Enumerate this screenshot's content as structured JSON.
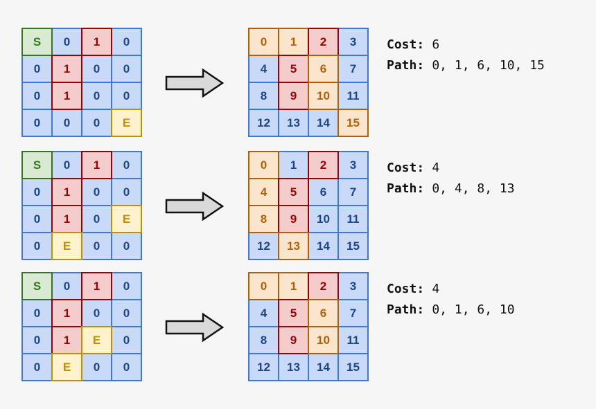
{
  "colors": {
    "background": "#f6f6f6",
    "blue_fill": "#c9daf8",
    "blue_border": "#3c78d8",
    "blue_text": "#1c4587",
    "red_fill": "#f4cccc",
    "red_border": "#990000",
    "red_text": "#990000",
    "green_fill": "#d9ead3",
    "green_border": "#38761d",
    "green_text": "#38761d",
    "yellow_fill": "#fff2cc",
    "yellow_border": "#bf9000",
    "yellow_text": "#bf9000",
    "orange_fill": "#fce5cd",
    "orange_border": "#b45f06",
    "orange_text": "#b45f06",
    "arrow_fill": "#d9d9d9",
    "arrow_stroke": "#111111"
  },
  "rows": [
    {
      "input_grid": [
        [
          {
            "v": "S",
            "c": "green"
          },
          {
            "v": "0",
            "c": "blue"
          },
          {
            "v": "1",
            "c": "red"
          },
          {
            "v": "0",
            "c": "blue"
          }
        ],
        [
          {
            "v": "0",
            "c": "blue"
          },
          {
            "v": "1",
            "c": "red"
          },
          {
            "v": "0",
            "c": "blue"
          },
          {
            "v": "0",
            "c": "blue"
          }
        ],
        [
          {
            "v": "0",
            "c": "blue"
          },
          {
            "v": "1",
            "c": "red"
          },
          {
            "v": "0",
            "c": "blue"
          },
          {
            "v": "0",
            "c": "blue"
          }
        ],
        [
          {
            "v": "0",
            "c": "blue"
          },
          {
            "v": "0",
            "c": "blue"
          },
          {
            "v": "0",
            "c": "blue"
          },
          {
            "v": "E",
            "c": "yellow"
          }
        ]
      ],
      "index_grid": [
        [
          {
            "v": "0",
            "c": "orange"
          },
          {
            "v": "1",
            "c": "orange"
          },
          {
            "v": "2",
            "c": "red"
          },
          {
            "v": "3",
            "c": "blue"
          }
        ],
        [
          {
            "v": "4",
            "c": "blue"
          },
          {
            "v": "5",
            "c": "red"
          },
          {
            "v": "6",
            "c": "orange"
          },
          {
            "v": "7",
            "c": "blue"
          }
        ],
        [
          {
            "v": "8",
            "c": "blue"
          },
          {
            "v": "9",
            "c": "red"
          },
          {
            "v": "10",
            "c": "orange"
          },
          {
            "v": "11",
            "c": "blue"
          }
        ],
        [
          {
            "v": "12",
            "c": "blue"
          },
          {
            "v": "13",
            "c": "blue"
          },
          {
            "v": "14",
            "c": "blue"
          },
          {
            "v": "15",
            "c": "orange"
          }
        ]
      ],
      "cost_label": "Cost:",
      "cost_value": "6",
      "path_label": "Path:",
      "path_value": "0, 1, 6, 10, 15"
    },
    {
      "input_grid": [
        [
          {
            "v": "S",
            "c": "green"
          },
          {
            "v": "0",
            "c": "blue"
          },
          {
            "v": "1",
            "c": "red"
          },
          {
            "v": "0",
            "c": "blue"
          }
        ],
        [
          {
            "v": "0",
            "c": "blue"
          },
          {
            "v": "1",
            "c": "red"
          },
          {
            "v": "0",
            "c": "blue"
          },
          {
            "v": "0",
            "c": "blue"
          }
        ],
        [
          {
            "v": "0",
            "c": "blue"
          },
          {
            "v": "1",
            "c": "red"
          },
          {
            "v": "0",
            "c": "blue"
          },
          {
            "v": "E",
            "c": "yellow"
          }
        ],
        [
          {
            "v": "0",
            "c": "blue"
          },
          {
            "v": "E",
            "c": "yellow"
          },
          {
            "v": "0",
            "c": "blue"
          },
          {
            "v": "0",
            "c": "blue"
          }
        ]
      ],
      "index_grid": [
        [
          {
            "v": "0",
            "c": "orange"
          },
          {
            "v": "1",
            "c": "blue"
          },
          {
            "v": "2",
            "c": "red"
          },
          {
            "v": "3",
            "c": "blue"
          }
        ],
        [
          {
            "v": "4",
            "c": "orange"
          },
          {
            "v": "5",
            "c": "red"
          },
          {
            "v": "6",
            "c": "blue"
          },
          {
            "v": "7",
            "c": "blue"
          }
        ],
        [
          {
            "v": "8",
            "c": "orange"
          },
          {
            "v": "9",
            "c": "red"
          },
          {
            "v": "10",
            "c": "blue"
          },
          {
            "v": "11",
            "c": "blue"
          }
        ],
        [
          {
            "v": "12",
            "c": "blue"
          },
          {
            "v": "13",
            "c": "orange"
          },
          {
            "v": "14",
            "c": "blue"
          },
          {
            "v": "15",
            "c": "blue"
          }
        ]
      ],
      "cost_label": "Cost:",
      "cost_value": "4",
      "path_label": "Path:",
      "path_value": "0, 4, 8, 13"
    },
    {
      "input_grid": [
        [
          {
            "v": "S",
            "c": "green"
          },
          {
            "v": "0",
            "c": "blue"
          },
          {
            "v": "1",
            "c": "red"
          },
          {
            "v": "0",
            "c": "blue"
          }
        ],
        [
          {
            "v": "0",
            "c": "blue"
          },
          {
            "v": "1",
            "c": "red"
          },
          {
            "v": "0",
            "c": "blue"
          },
          {
            "v": "0",
            "c": "blue"
          }
        ],
        [
          {
            "v": "0",
            "c": "blue"
          },
          {
            "v": "1",
            "c": "red"
          },
          {
            "v": "E",
            "c": "yellow"
          },
          {
            "v": "0",
            "c": "blue"
          }
        ],
        [
          {
            "v": "0",
            "c": "blue"
          },
          {
            "v": "E",
            "c": "yellow"
          },
          {
            "v": "0",
            "c": "blue"
          },
          {
            "v": "0",
            "c": "blue"
          }
        ]
      ],
      "index_grid": [
        [
          {
            "v": "0",
            "c": "orange"
          },
          {
            "v": "1",
            "c": "orange"
          },
          {
            "v": "2",
            "c": "red"
          },
          {
            "v": "3",
            "c": "blue"
          }
        ],
        [
          {
            "v": "4",
            "c": "blue"
          },
          {
            "v": "5",
            "c": "red"
          },
          {
            "v": "6",
            "c": "orange"
          },
          {
            "v": "7",
            "c": "blue"
          }
        ],
        [
          {
            "v": "8",
            "c": "blue"
          },
          {
            "v": "9",
            "c": "red"
          },
          {
            "v": "10",
            "c": "orange"
          },
          {
            "v": "11",
            "c": "blue"
          }
        ],
        [
          {
            "v": "12",
            "c": "blue"
          },
          {
            "v": "13",
            "c": "blue"
          },
          {
            "v": "14",
            "c": "blue"
          },
          {
            "v": "15",
            "c": "blue"
          }
        ]
      ],
      "cost_label": "Cost:",
      "cost_value": "4",
      "path_label": "Path:",
      "path_value": "0, 1, 6, 10"
    }
  ]
}
